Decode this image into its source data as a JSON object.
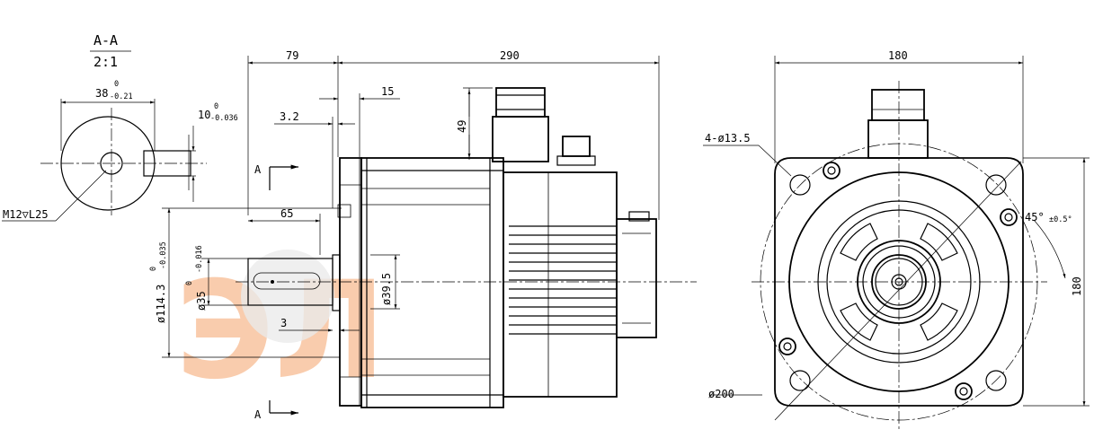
{
  "section": {
    "title": "A-A",
    "scale": "2:1",
    "width": "38",
    "width_tol_upper": "0",
    "width_tol_lower": "-0.21",
    "key": "10",
    "key_tol_upper": "0",
    "key_tol_lower": "-0.036",
    "thread": "M12▽L25"
  },
  "side": {
    "d79": "79",
    "d290": "290",
    "d15": "15",
    "d3_2": "3.2",
    "d49": "49",
    "d65": "65",
    "d3": "3",
    "pilot_dia": "ø114.3",
    "pilot_tol_upper": "0",
    "pilot_tol_lower": "-0.035",
    "shaft_dia": "ø35",
    "shaft_tol_upper": "0",
    "shaft_tol_lower": "-0.016",
    "key_len": "ø39.5",
    "section_mark": "A"
  },
  "front": {
    "width": "180",
    "height": "180",
    "holes": "4-ø13.5",
    "angle": "45°",
    "angle_tol": "±0.5°",
    "bolt_circle": "ø200"
  },
  "watermark": {
    "letters": "ЭЛ",
    "colors": [
      "#f5a46b",
      "#d9d9d9"
    ]
  }
}
